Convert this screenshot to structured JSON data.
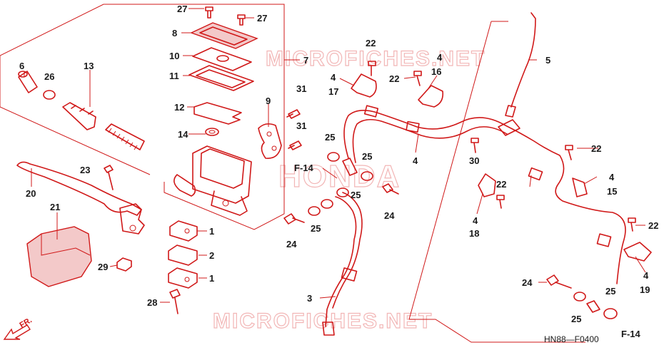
{
  "diagram": {
    "watermarks": {
      "top": "MICROFICHES.NET",
      "bottom": "MICROFICHES.NET",
      "center": "HONDA"
    },
    "diagram_code": "HN88—F0400",
    "front_arrow_label": "FR.",
    "ref_labels": [
      "F-14",
      "F-14"
    ],
    "callouts": [
      {
        "text": "27"
      },
      {
        "text": "27"
      },
      {
        "text": "8"
      },
      {
        "text": "10"
      },
      {
        "text": "11"
      },
      {
        "text": "7"
      },
      {
        "text": "6"
      },
      {
        "text": "26"
      },
      {
        "text": "13"
      },
      {
        "text": "12"
      },
      {
        "text": "14"
      },
      {
        "text": "9"
      },
      {
        "text": "31"
      },
      {
        "text": "31"
      },
      {
        "text": "23"
      },
      {
        "text": "20"
      },
      {
        "text": "21"
      },
      {
        "text": "1"
      },
      {
        "text": "2"
      },
      {
        "text": "1"
      },
      {
        "text": "29"
      },
      {
        "text": "28"
      },
      {
        "text": "22"
      },
      {
        "text": "4"
      },
      {
        "text": "4"
      },
      {
        "text": "17"
      },
      {
        "text": "22"
      },
      {
        "text": "16"
      },
      {
        "text": "5"
      },
      {
        "text": "25"
      },
      {
        "text": "25"
      },
      {
        "text": "25"
      },
      {
        "text": "24"
      },
      {
        "text": "25"
      },
      {
        "text": "24"
      },
      {
        "text": "4"
      },
      {
        "text": "3"
      },
      {
        "text": "30"
      },
      {
        "text": "22"
      },
      {
        "text": "22"
      },
      {
        "text": "4"
      },
      {
        "text": "15"
      },
      {
        "text": "4"
      },
      {
        "text": "18"
      },
      {
        "text": "22"
      },
      {
        "text": "4"
      },
      {
        "text": "19"
      },
      {
        "text": "24"
      },
      {
        "text": "25"
      },
      {
        "text": "25"
      }
    ]
  }
}
